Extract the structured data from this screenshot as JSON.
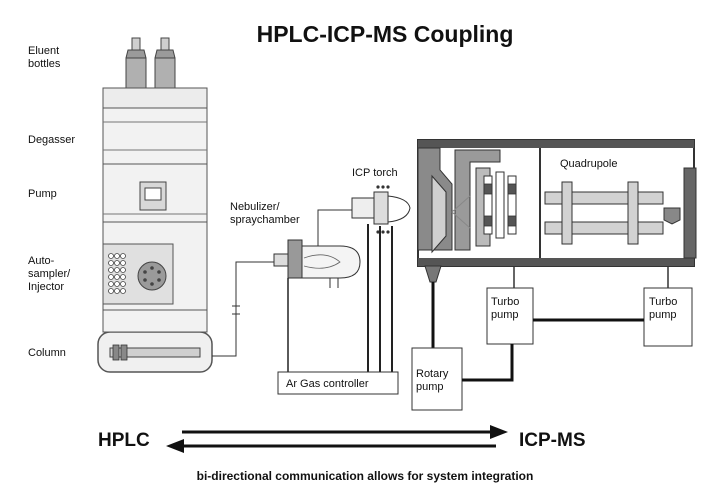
{
  "title": "HPLC-ICP-MS Coupling",
  "labels": {
    "eluent_line1": "Eluent",
    "eluent_line2": "bottles",
    "degasser": "Degasser",
    "pump": "Pump",
    "autosampler_line1": "Auto-",
    "autosampler_line2": "sampler/",
    "autosampler_line3": "Injector",
    "column": "Column",
    "nebulizer_line1": "Nebulizer/",
    "nebulizer_line2": "spraychamber",
    "icp_torch": "ICP torch",
    "quadrupole": "Quadrupole",
    "turbo1_line1": "Turbo",
    "turbo1_line2": "pump",
    "turbo2_line1": "Turbo",
    "turbo2_line2": "pump",
    "rotary_line1": "Rotary",
    "rotary_line2": "pump",
    "ar_gas": "Ar Gas controller"
  },
  "footer": {
    "left": "HPLC",
    "right": "ICP-MS",
    "caption": "bi-directional communication allows for system integration"
  }
}
